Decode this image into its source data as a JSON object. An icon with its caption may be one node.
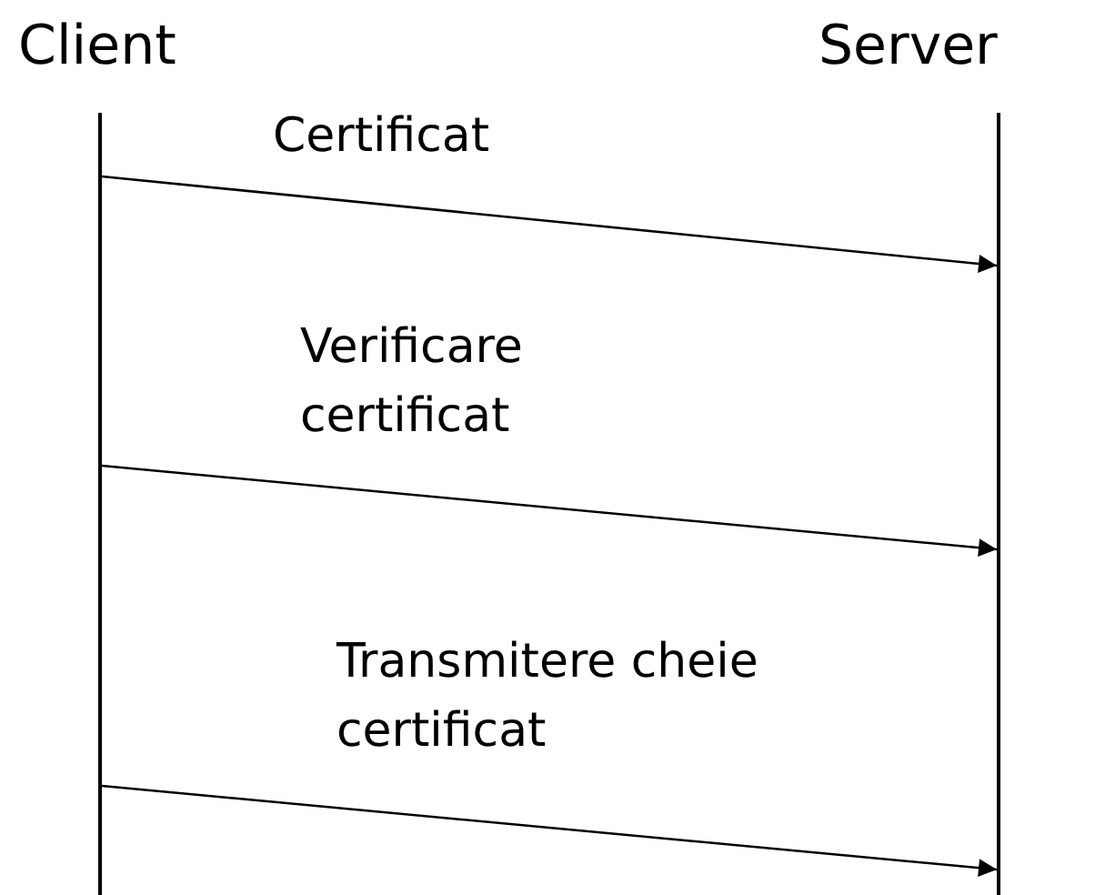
{
  "diagram": {
    "nodes": [
      {
        "text": [
          "Client"
        ]
      },
      {
        "text": [
          "Server"
        ]
      },
      {
        "text": [],
        "shape": "bar"
      },
      {
        "text": [],
        "shape": "bar"
      }
    ],
    "edges": [
      {
        "from": 2,
        "to": 3,
        "arrow": "to",
        "label": "Certificat"
      },
      {
        "from": 2,
        "to": 3,
        "arrow": "to",
        "label": "Verificare certificat"
      },
      {
        "from": 2,
        "to": 3,
        "arrow": "to",
        "label": "Transmitere cheie certificat"
      }
    ]
  }
}
